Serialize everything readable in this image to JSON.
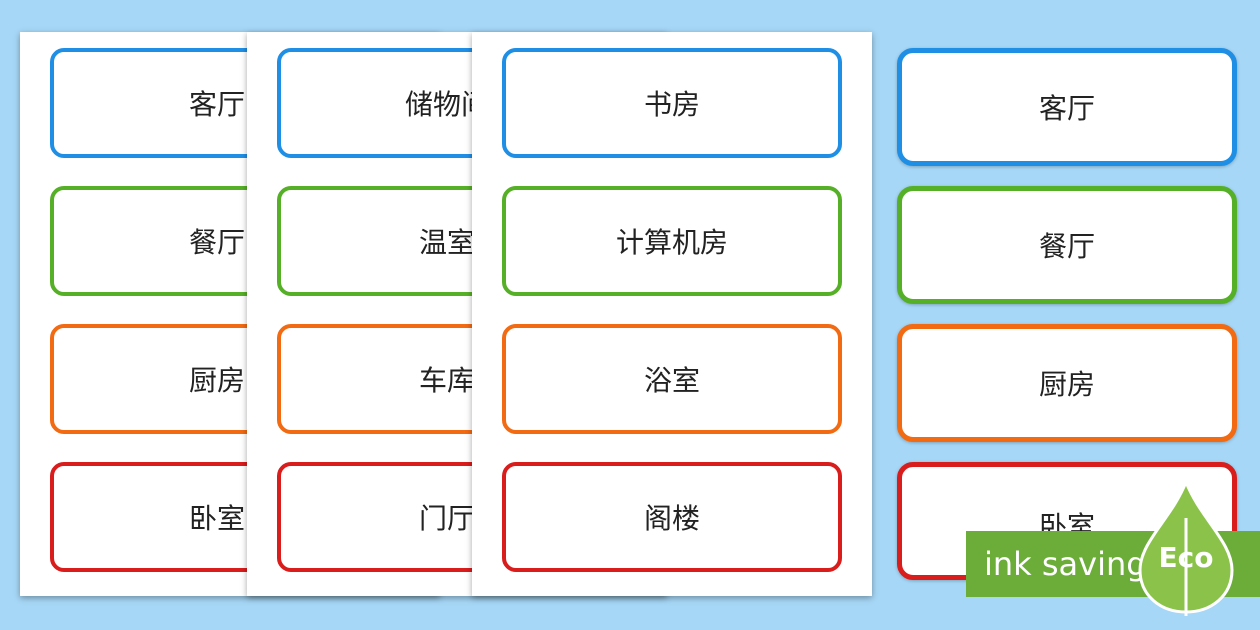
{
  "sheets": [
    {
      "cards": [
        "客厅",
        "餐厅",
        "厨房",
        "卧室"
      ]
    },
    {
      "cards": [
        "储物间",
        "温室",
        "车库",
        "门厅"
      ]
    },
    {
      "cards": [
        "书房",
        "计算机房",
        "浴室",
        "阁楼"
      ]
    }
  ],
  "loose_cards": [
    "客厅",
    "餐厅",
    "厨房",
    "卧室"
  ],
  "colors": [
    "#1f8fe6",
    "#56b027",
    "#f26a12",
    "#d91c1c"
  ],
  "badge": {
    "text": "ink saving",
    "label": "Eco",
    "color": "#6cad3a"
  }
}
